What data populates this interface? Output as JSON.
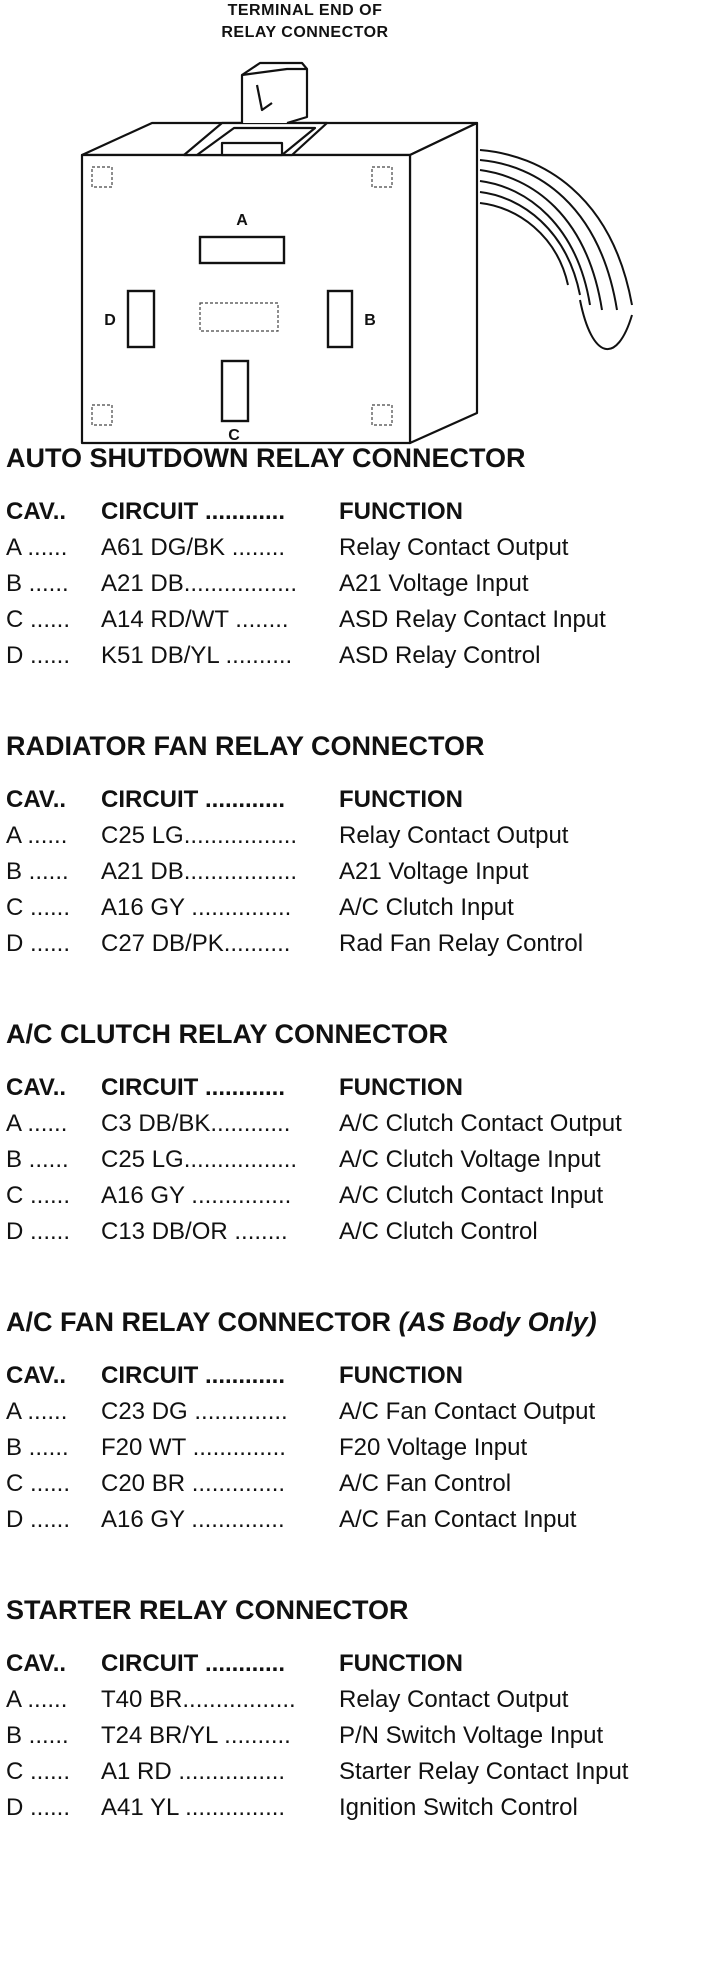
{
  "figure": {
    "title_line1": "TERMINAL END OF",
    "title_line2": "RELAY CONNECTOR",
    "cavity_labels": [
      "A",
      "B",
      "C",
      "D"
    ]
  },
  "sections": [
    {
      "title": "AUTO SHUTDOWN RELAY CONNECTOR",
      "title_note": "",
      "header": {
        "cav": "CAV..",
        "circuit": "CIRCUIT ............",
        "function": "FUNCTION"
      },
      "rows": [
        {
          "cav": "A ......",
          "circuit": "A61 DG/BK ........",
          "function": "Relay Contact Output"
        },
        {
          "cav": "B ......",
          "circuit": "A21 DB.................",
          "function": "A21 Voltage Input"
        },
        {
          "cav": "C ......",
          "circuit": "A14 RD/WT ........",
          "function": "ASD Relay Contact Input"
        },
        {
          "cav": "D ......",
          "circuit": "K51 DB/YL ..........",
          "function": "ASD Relay Control"
        }
      ]
    },
    {
      "title": "RADIATOR FAN RELAY CONNECTOR",
      "title_note": "",
      "header": {
        "cav": "CAV..",
        "circuit": "CIRCUIT ............",
        "function": "FUNCTION"
      },
      "rows": [
        {
          "cav": "A ......",
          "circuit": "C25 LG.................",
          "function": "Relay Contact Output"
        },
        {
          "cav": "B ......",
          "circuit": "A21 DB.................",
          "function": "A21 Voltage Input"
        },
        {
          "cav": "C ......",
          "circuit": "A16 GY ...............",
          "function": "A/C Clutch Input"
        },
        {
          "cav": "D ......",
          "circuit": "C27 DB/PK..........",
          "function": "Rad Fan Relay Control"
        }
      ]
    },
    {
      "title": "A/C CLUTCH RELAY CONNECTOR",
      "title_note": "",
      "header": {
        "cav": "CAV..",
        "circuit": "CIRCUIT ............",
        "function": "FUNCTION"
      },
      "rows": [
        {
          "cav": "A ......",
          "circuit": "C3 DB/BK............",
          "function": "A/C Clutch Contact Output"
        },
        {
          "cav": "B ......",
          "circuit": "C25 LG.................",
          "function": "A/C Clutch Voltage Input"
        },
        {
          "cav": "C ......",
          "circuit": "A16 GY ...............",
          "function": "A/C Clutch Contact Input"
        },
        {
          "cav": "D ......",
          "circuit": "C13 DB/OR ........",
          "function": "A/C Clutch Control"
        }
      ]
    },
    {
      "title": "A/C FAN RELAY CONNECTOR",
      "title_note": "(AS Body Only)",
      "header": {
        "cav": "CAV..",
        "circuit": "CIRCUIT ............",
        "function": "FUNCTION"
      },
      "rows": [
        {
          "cav": "A ......",
          "circuit": "C23 DG ..............",
          "function": "A/C Fan Contact Output"
        },
        {
          "cav": "B ......",
          "circuit": "F20 WT ..............",
          "function": "F20 Voltage Input"
        },
        {
          "cav": "C ......",
          "circuit": "C20 BR ..............",
          "function": "A/C Fan Control"
        },
        {
          "cav": "D ......",
          "circuit": "A16 GY ..............",
          "function": "A/C Fan Contact Input"
        }
      ]
    },
    {
      "title": "STARTER RELAY CONNECTOR",
      "title_note": "",
      "header": {
        "cav": "CAV..",
        "circuit": "CIRCUIT ............",
        "function": "FUNCTION"
      },
      "rows": [
        {
          "cav": "A ......",
          "circuit": "T40 BR.................",
          "function": "Relay Contact Output"
        },
        {
          "cav": "B ......",
          "circuit": "T24 BR/YL ..........",
          "function": "P/N Switch Voltage Input"
        },
        {
          "cav": "C ......",
          "circuit": "A1 RD ................",
          "function": "Starter Relay Contact Input"
        },
        {
          "cav": "D ......",
          "circuit": "A41 YL ...............",
          "function": "Ignition Switch Control"
        }
      ]
    }
  ]
}
